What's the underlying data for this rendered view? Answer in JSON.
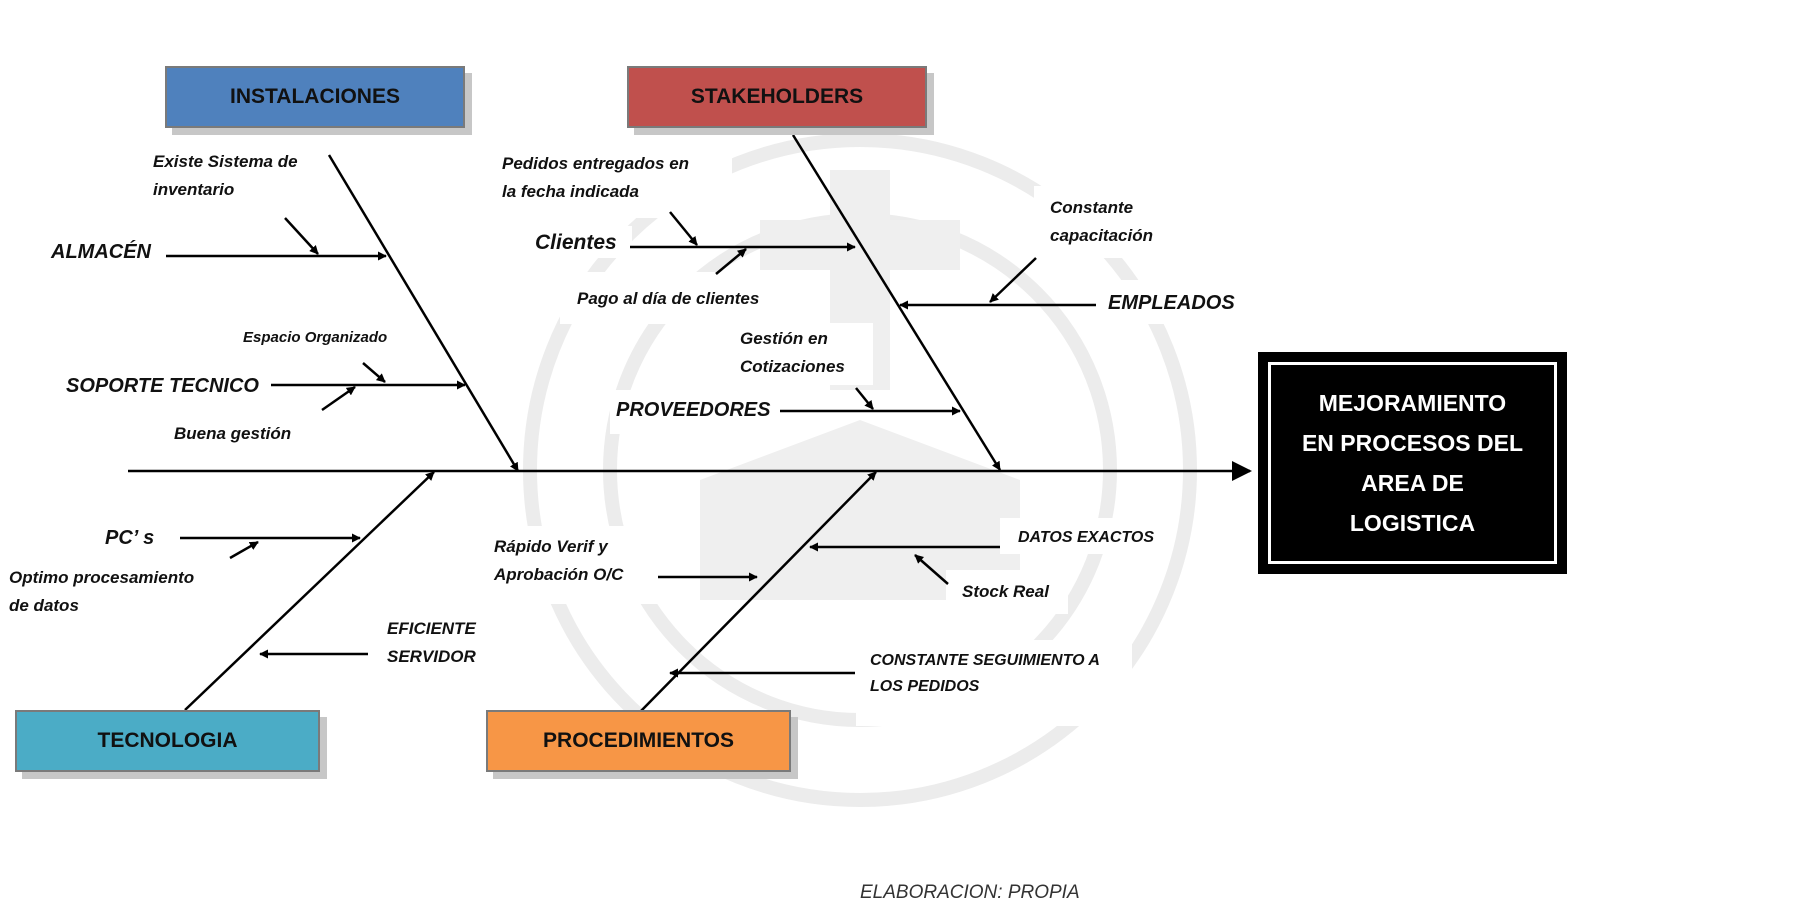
{
  "effect": "MEJORAMIENTO\nEN  PROCESOS DEL\nAREA  DE\nLOGISTICA",
  "categories": {
    "instalaciones": {
      "label": "INSTALACIONES",
      "color": "#4f81bd"
    },
    "stakeholders": {
      "label": "STAKEHOLDERS",
      "color": "#c0504d"
    },
    "tecnologia": {
      "label": "TECNOLOGIA",
      "color": "#4bacc6"
    },
    "procedimientos": {
      "label": "PROCEDIMIENTOS",
      "color": "#f79646"
    }
  },
  "causes": {
    "almacen": "ALMACÉN",
    "existe_sistema": "Existe Sistema de\ninventario",
    "soporte_tecnico": "SOPORTE TECNICO",
    "espacio_organizado": "Espacio Organizado",
    "buena_gestion": "Buena gestión",
    "clientes": "Clientes",
    "pedidos_entregados": "Pedidos entregados en\nla fecha indicada",
    "pago_al_dia": "Pago al día de clientes",
    "empleados": "EMPLEADOS",
    "constante_capacitacion": "Constante\ncapacitación",
    "proveedores": "PROVEEDORES",
    "gestion_cotizaciones": "Gestión en\nCotizaciones",
    "pcs": "PC’ s",
    "optimo_procesamiento": "Optimo procesamiento\nde datos",
    "eficiente_servidor": "EFICIENTE\nSERVIDOR",
    "rapido_verif": "Rápido Verif y\nAprobación  O/C",
    "datos_exactos": "DATOS EXACTOS",
    "stock_real": "Stock Real",
    "constante_seguimiento": "CONSTANTE SEGUIMIENTO A\nLOS PEDIDOS"
  },
  "footer": "ELABORACION: PROPIA"
}
